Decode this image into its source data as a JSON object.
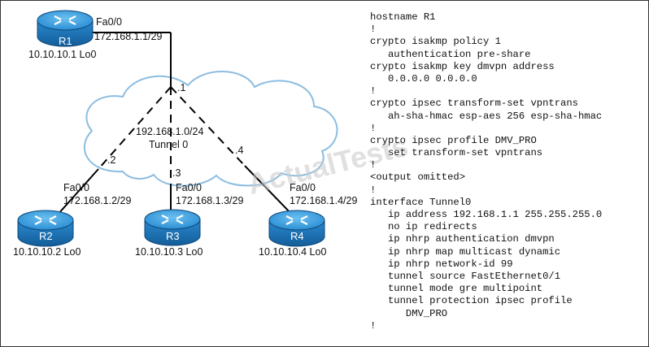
{
  "topology": {
    "watermark": "ActualTests",
    "cloud": {
      "subnet": "192.168.1.0/24",
      "name": "Tunnel 0",
      "hub_host": ".1",
      "r2_host": ".2",
      "r3_host": ".3",
      "r4_host": ".4"
    },
    "routers": [
      {
        "name": "R1",
        "interface": "Fa0/0",
        "ip": "172.168.1.1/29",
        "loopback": "10.10.10.1 Lo0"
      },
      {
        "name": "R2",
        "interface": "Fa0/0",
        "ip": "172.168.1.2/29",
        "loopback": "10.10.10.2 Lo0"
      },
      {
        "name": "R3",
        "interface": "Fa0/0",
        "ip": "172.168.1.3/29",
        "loopback": "10.10.10.3 Lo0"
      },
      {
        "name": "R4",
        "interface": "Fa0/0",
        "ip": "172.168.1.4/29",
        "loopback": "10.10.10.4 Lo0"
      }
    ]
  },
  "colors": {
    "router_fill": "#1f7bc0",
    "router_top": "#3da0e0",
    "cloud_fill": "#ffffff",
    "cloud_stroke": "#7fb6dc"
  },
  "config_lines": [
    "hostname R1",
    "!",
    "crypto isakmp policy 1",
    "   authentication pre-share",
    "crypto isakmp key dmvpn address",
    "   0.0.0.0 0.0.0.0",
    "!",
    "crypto ipsec transform-set vpntrans",
    "   ah-sha-hmac esp-aes 256 esp-sha-hmac",
    "!",
    "crypto ipsec profile DMV_PRO",
    "   set transform-set vpntrans",
    "!",
    "<output omitted>",
    "!",
    "interface Tunnel0",
    "   ip address 192.168.1.1 255.255.255.0",
    "   no ip redirects",
    "   ip nhrp authentication dmvpn",
    "   ip nhrp map multicast dynamic",
    "   ip nhrp network-id 99",
    "   tunnel source FastEthernet0/1",
    "   tunnel mode gre multipoint",
    "   tunnel protection ipsec profile",
    "      DMV_PRO",
    "!"
  ]
}
